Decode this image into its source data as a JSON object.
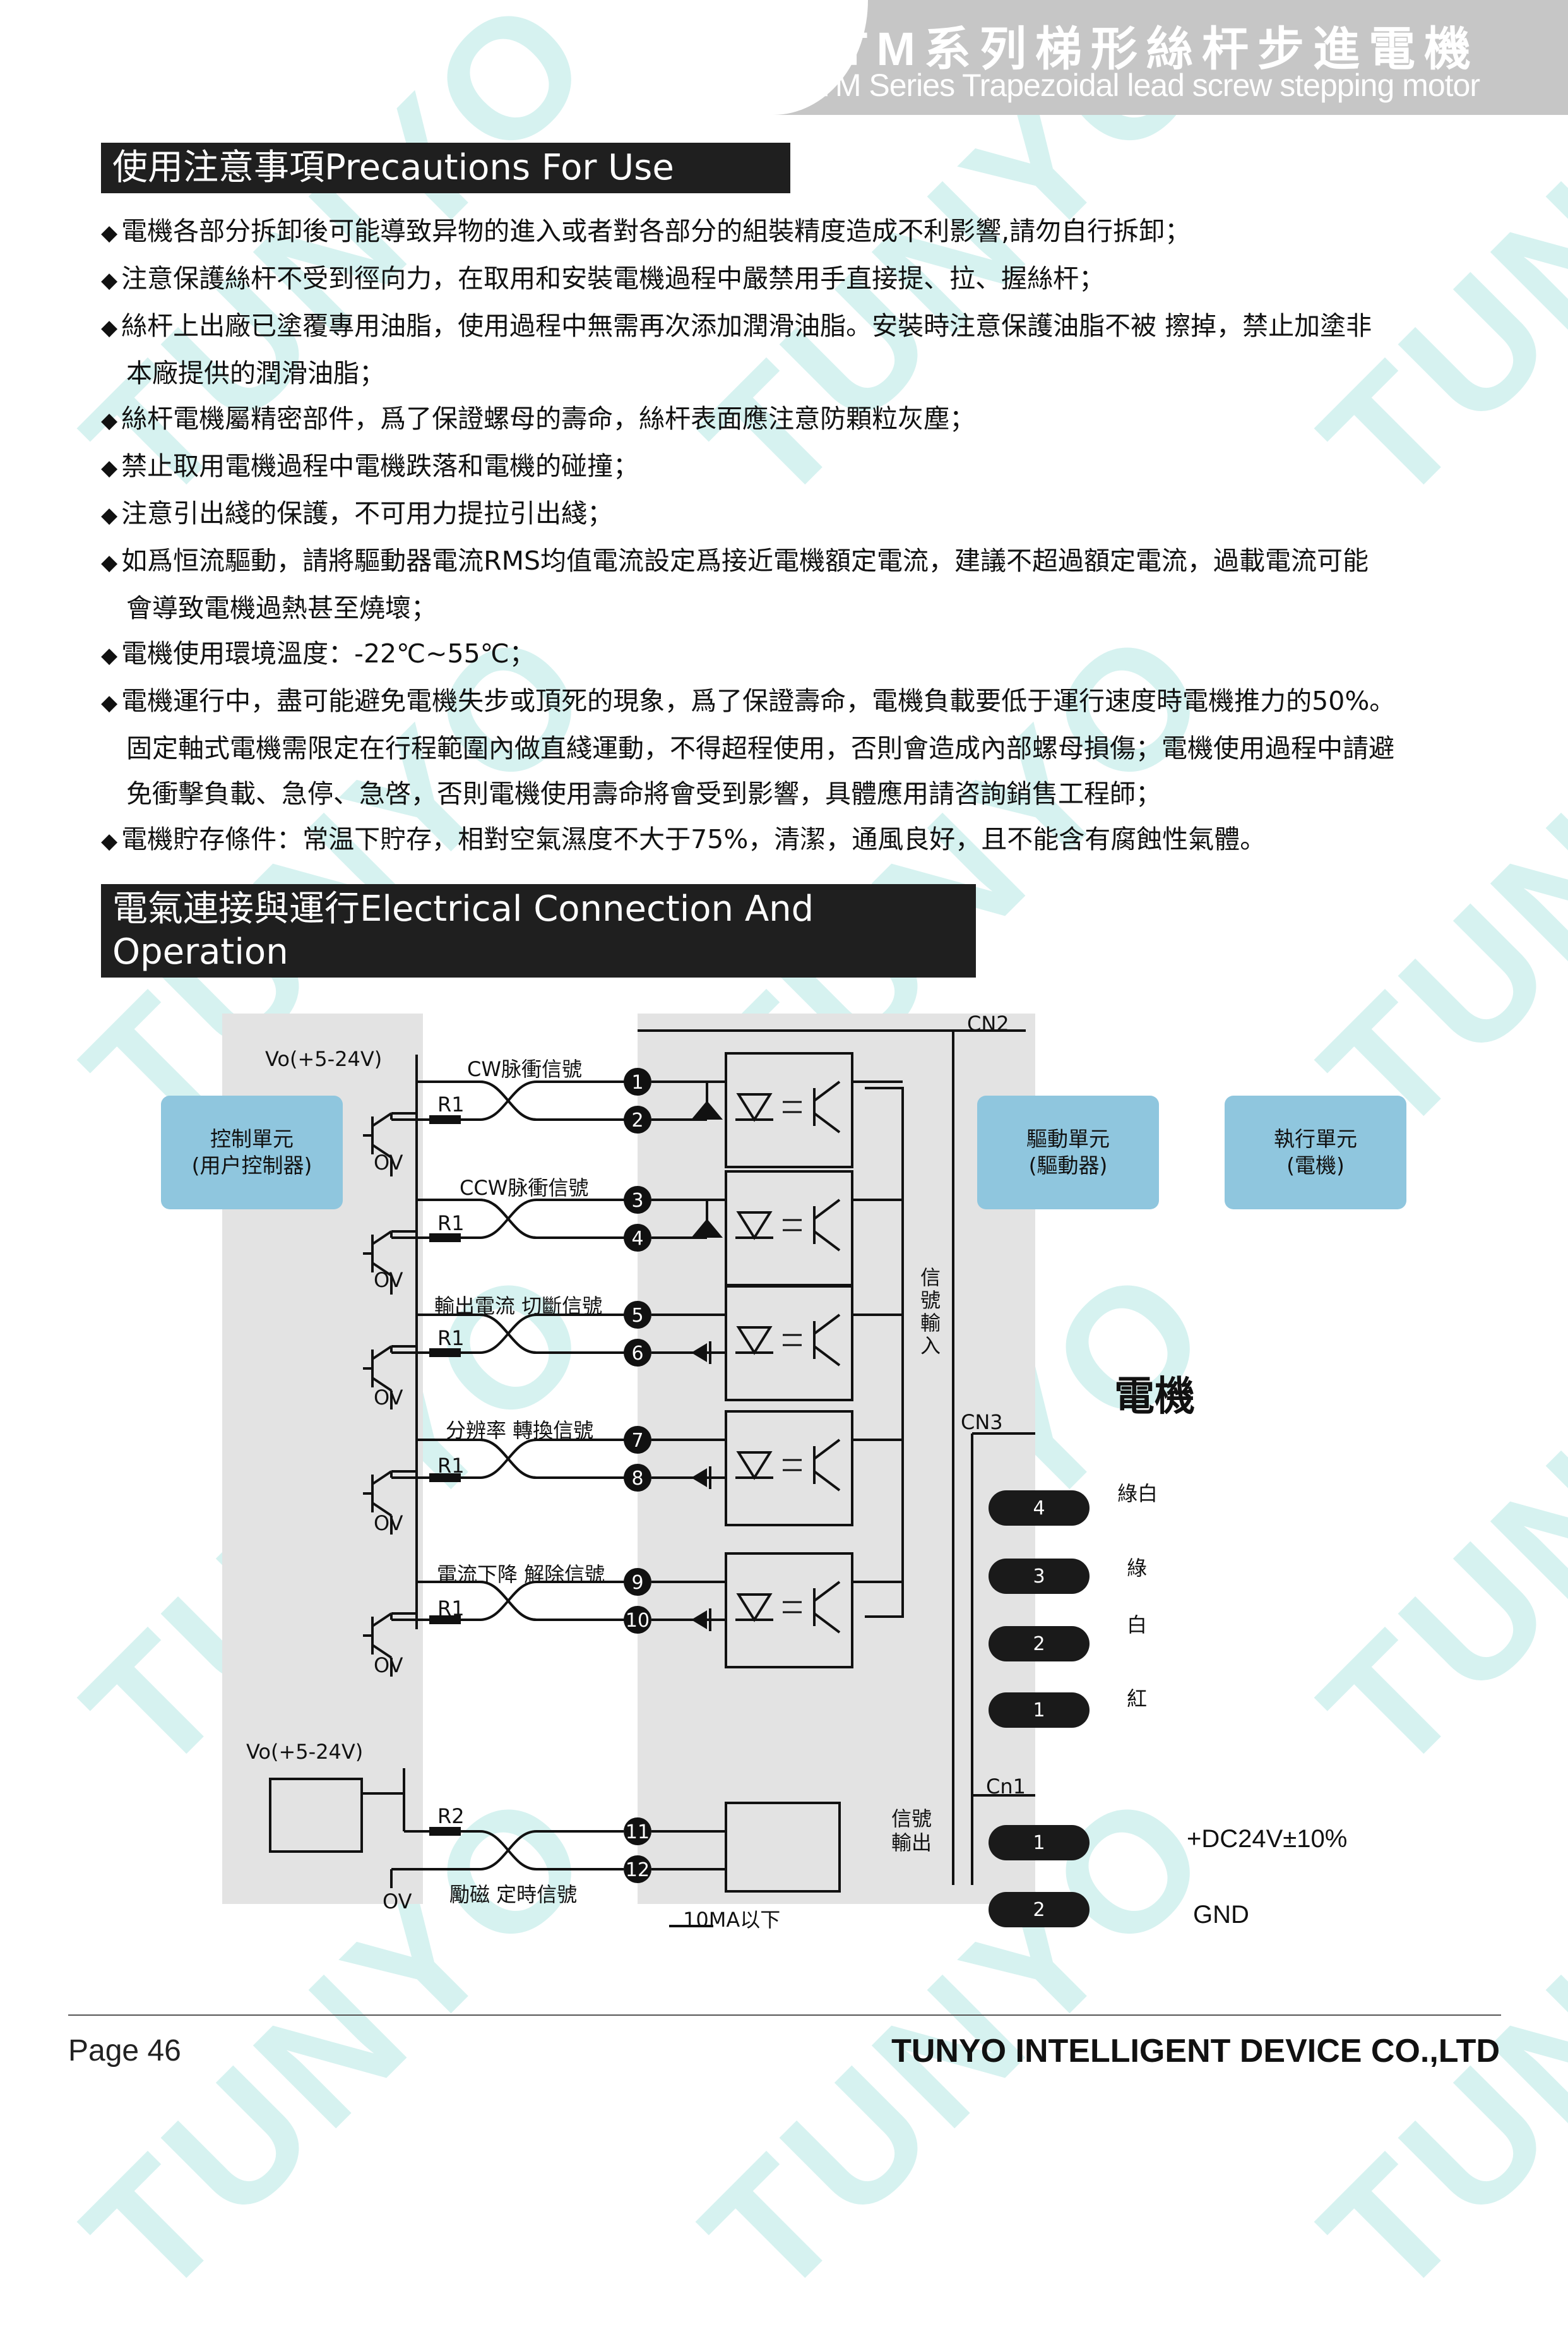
{
  "header": {
    "title_cn": "TM系列梯形絲杆步進電機",
    "title_en": "TM Series Trapezoidal lead screw stepping motor"
  },
  "watermark": "TUNYO",
  "precautions": {
    "title": "使用注意事項Precautions For Use",
    "items": [
      {
        "lines": [
          "電機各部分拆卸後可能導致异物的進入或者對各部分的組裝精度造成不利影響,請勿自行拆卸；"
        ]
      },
      {
        "lines": [
          "注意保護絲杆不受到徑向力，在取用和安裝電機過程中嚴禁用手直接提、拉、握絲杆；"
        ]
      },
      {
        "lines": [
          "絲杆上出廠已塗覆專用油脂，使用過程中無需再次添加潤滑油脂。安裝時注意保護油脂不被 擦掉，禁止加塗非",
          "本廠提供的潤滑油脂；"
        ]
      },
      {
        "lines": [
          "絲杆電機屬精密部件，爲了保證螺母的壽命，絲杆表面應注意防顆粒灰塵；"
        ]
      },
      {
        "lines": [
          "禁止取用電機過程中電機跌落和電機的碰撞；"
        ]
      },
      {
        "lines": [
          "注意引出綫的保護，不可用力提拉引出綫；"
        ]
      },
      {
        "lines": [
          "如爲恒流驅動，請將驅動器電流RMS均值電流設定爲接近電機額定電流，建議不超過額定電流，過載電流可能",
          "會導致電機過熱甚至燒壞；"
        ]
      },
      {
        "lines": [
          "電機使用環境溫度：-22℃~55℃；"
        ]
      },
      {
        "lines": [
          "電機運行中，盡可能避免電機失步或頂死的現象，爲了保證壽命，電機負載要低于運行速度時電機推力的50%。",
          "固定軸式電機需限定在行程範圍內做直綫運動，不得超程使用，否則會造成內部螺母損傷；電機使用過程中請避",
          "免衝擊負載、急停、急啓，否則電機使用壽命將會受到影響，具體應用請咨詢銷售工程師；"
        ]
      },
      {
        "lines": [
          "電機貯存條件：常温下貯存，相對空氣濕度不大于75%，清潔，通風良好，且不能含有腐蝕性氣體。"
        ]
      }
    ]
  },
  "electrical": {
    "title": "電氣連接與運行Electrical Connection And Operation",
    "controller": [
      "控制單元",
      "(用户控制器)"
    ],
    "driver": [
      "驅動單元",
      "(驅動器)"
    ],
    "actuator": [
      "執行單元",
      "(電機)"
    ],
    "vo_top": "Vo(+5-24V)",
    "vo_bottom": "Vo(+5-24V)",
    "zero_v": "OV",
    "r1": "R1",
    "r2": "R2",
    "cn2": "CN2",
    "cn3": "CN3",
    "cn1": "Cn1",
    "signals": [
      "CW脉衝信號",
      "CCW脉衝信號",
      "輸出電流  切斷信號",
      "分辨率  轉換信號",
      "電流下降  解除信號"
    ],
    "output_signal": "勵磁  定時信號",
    "signal_in": "信號輸入",
    "signal_out": [
      "信號",
      "輸出"
    ],
    "current_note": "10MA以下",
    "pins": [
      "1",
      "2",
      "3",
      "4",
      "5",
      "6",
      "7",
      "8",
      "9",
      "10",
      "11",
      "12"
    ],
    "motor_label": "電機",
    "cn3_pins": [
      "4",
      "3",
      "2",
      "1"
    ],
    "wire_colors": [
      "綠白",
      "綠",
      "白",
      "紅"
    ],
    "cn1_pins": [
      "1",
      "2"
    ],
    "power": "+DC24V±10%",
    "gnd": "GND"
  },
  "footer": {
    "page": "Page 46",
    "company": "TUNYO INTELLIGENT DEVICE CO.,LTD"
  }
}
